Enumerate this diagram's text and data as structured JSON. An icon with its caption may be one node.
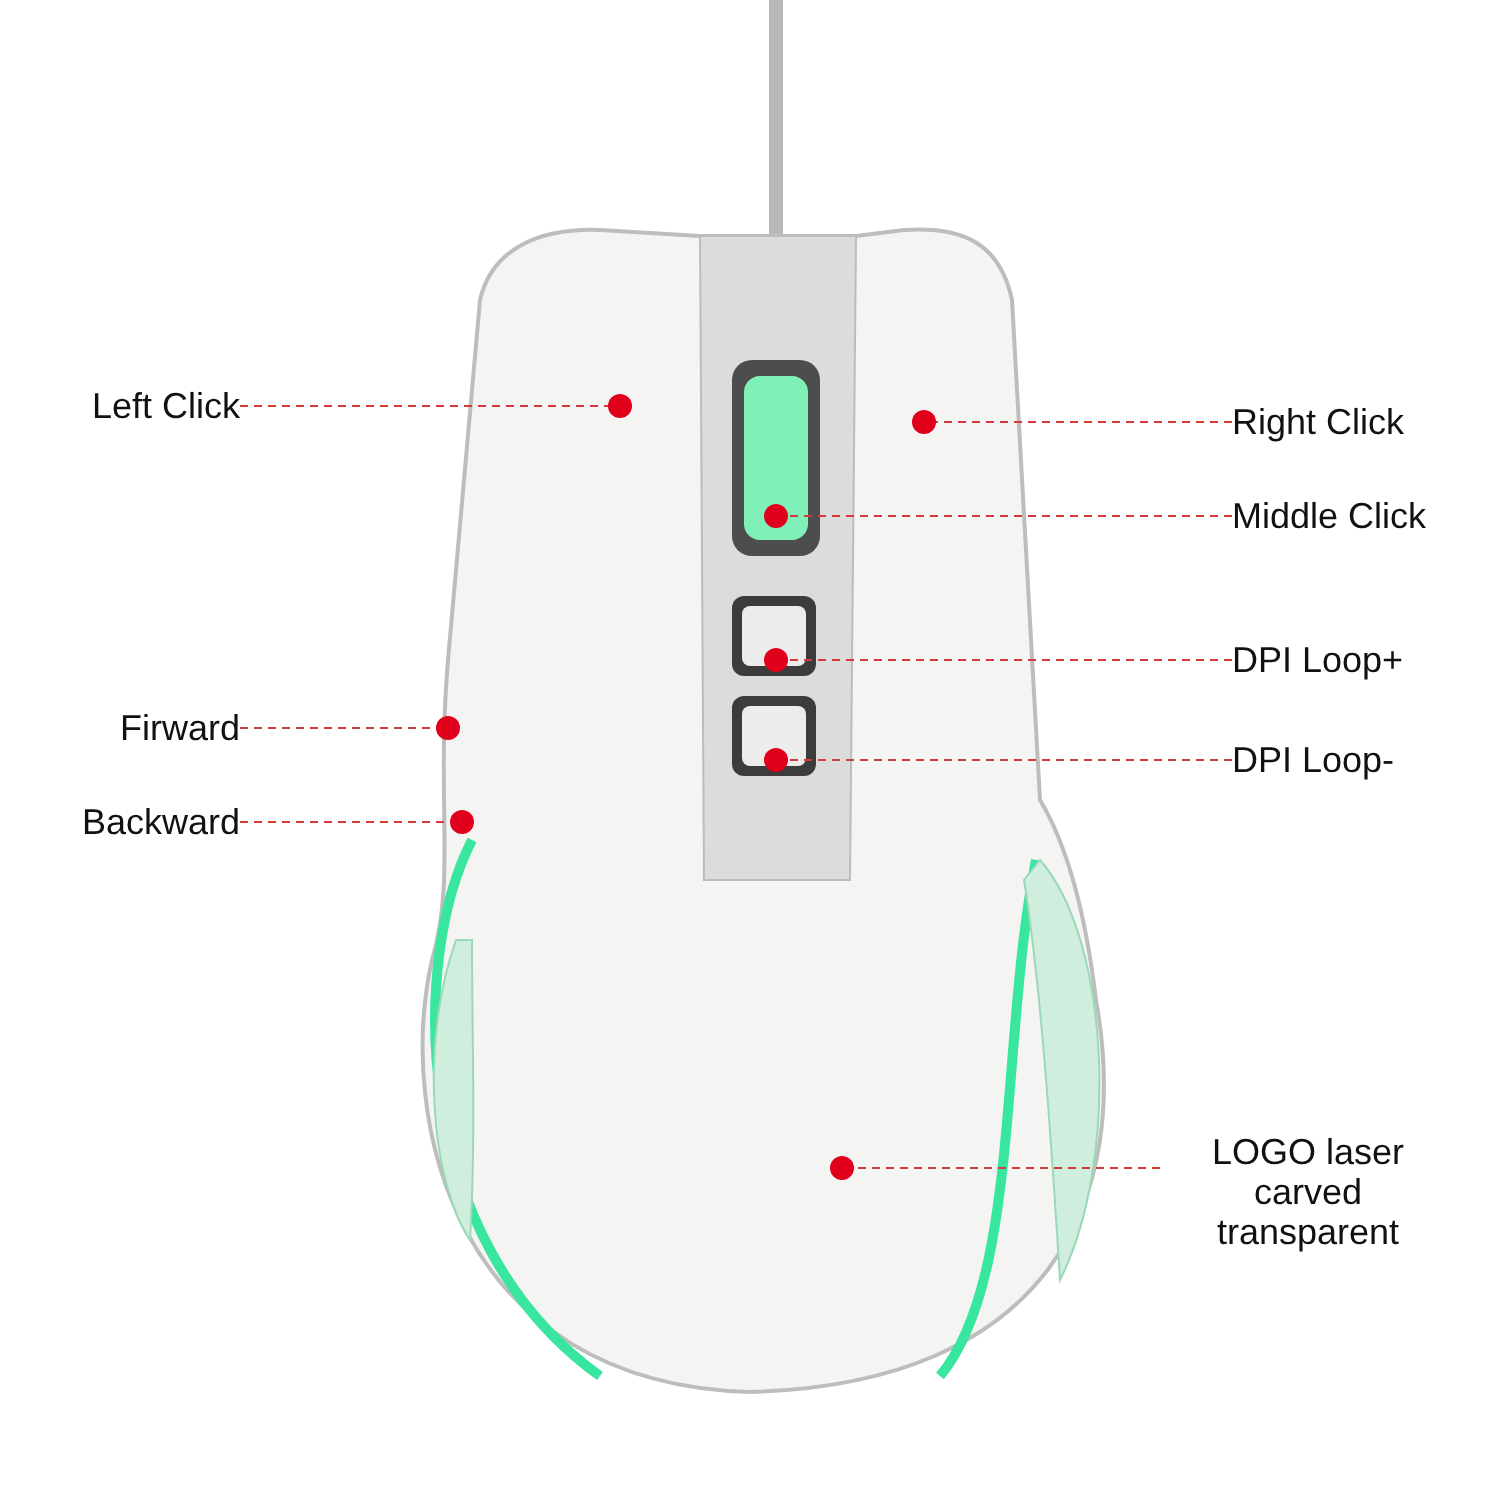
{
  "diagram": {
    "nodes": [
      {
        "text": [
          "Left Click"
        ]
      },
      {
        "text": [],
        "shape": "circle"
      },
      {
        "text": [
          "Right Click"
        ]
      },
      {
        "text": [],
        "shape": "circle"
      },
      {
        "text": [
          "Middle Click"
        ]
      },
      {
        "text": [],
        "shape": "circle"
      },
      {
        "text": [
          "DPI Loop+"
        ]
      },
      {
        "text": [],
        "shape": "circle"
      },
      {
        "text": [
          "Firward"
        ]
      },
      {
        "text": [],
        "shape": "circle"
      },
      {
        "text": [
          "DPI Loop-"
        ]
      },
      {
        "text": [],
        "shape": "circle"
      },
      {
        "text": [
          "Backward"
        ]
      },
      {
        "text": [],
        "shape": "circle"
      },
      {
        "text": [
          "LOGO laser carved transparent"
        ]
      },
      {
        "text": [],
        "shape": "circle"
      }
    ],
    "edges": [
      {
        "from": 0,
        "to": 1,
        "arrow": "none",
        "style": "dashed"
      },
      {
        "from": 2,
        "to": 3,
        "arrow": "none",
        "style": "dashed"
      },
      {
        "from": 4,
        "to": 5,
        "arrow": "none",
        "style": "dashed"
      },
      {
        "from": 6,
        "to": 7,
        "arrow": "none",
        "style": "dashed"
      },
      {
        "from": 8,
        "to": 9,
        "arrow": "none",
        "style": "dashed"
      },
      {
        "from": 10,
        "to": 11,
        "arrow": "none",
        "style": "dashed"
      },
      {
        "from": 12,
        "to": 13,
        "arrow": "none",
        "style": "dashed"
      },
      {
        "from": 14,
        "to": 15,
        "arrow": "none",
        "style": "dashed"
      }
    ]
  }
}
